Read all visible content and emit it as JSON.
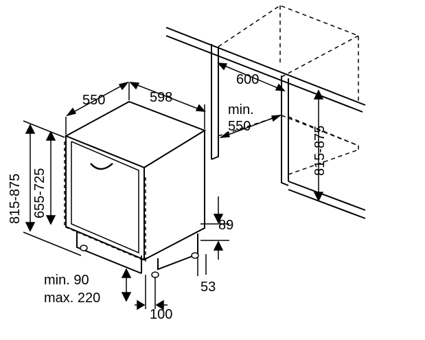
{
  "dimensions": {
    "depth": "550",
    "width": "598",
    "niche_width": "600",
    "niche_depth_min_line1": "min.",
    "niche_depth_min_line2": "550",
    "height_range": "815-875",
    "niche_height_range": "815-875",
    "appliance_height_range": "655-725",
    "kick_height": "89",
    "kick_depth": "53",
    "door_drop_min": "min. 90",
    "door_drop_max": "max. 220",
    "foot_offset": "100"
  }
}
